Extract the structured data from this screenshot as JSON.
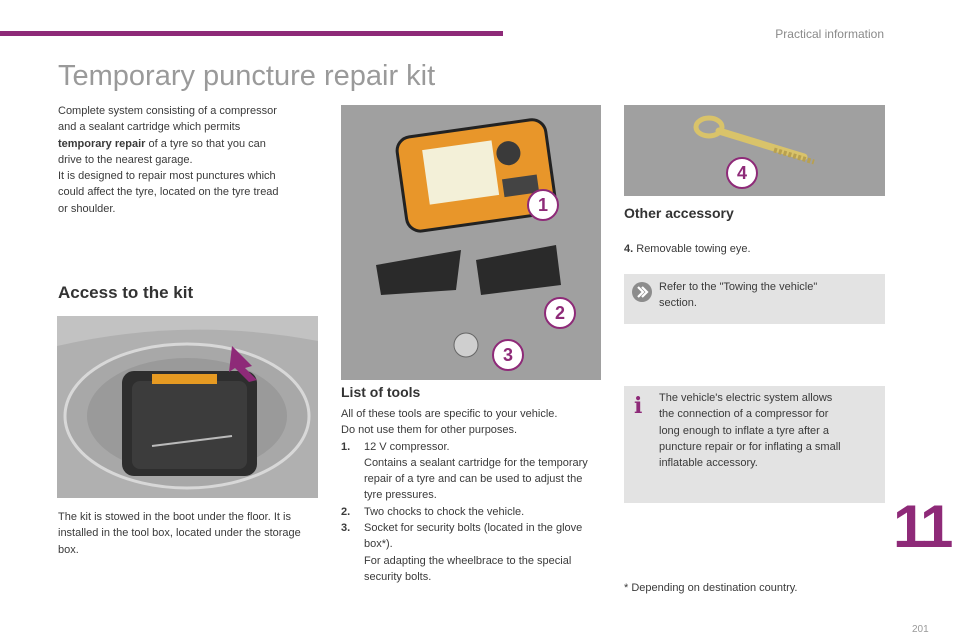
{
  "header": {
    "section": "Practical information",
    "accent_color": "#8e2a78"
  },
  "title": "Temporary puncture repair kit",
  "intro": {
    "l1": "Complete system consisting of a compressor",
    "l2": "and a sealant cartridge which permits",
    "bold": "temporary repair",
    "l3": " of a tyre so that you can",
    "l4": "drive to the nearest garage.",
    "l5": "It is designed to repair most punctures which",
    "l6": "could affect the tyre, located on the tyre tread",
    "l7": "or shoulder."
  },
  "access": {
    "heading": "Access to the kit",
    "text": "The kit is stowed in the boot under the floor. It is installed in the tool box, located under the storage box."
  },
  "tools": {
    "heading": "List of tools",
    "intro1": "All of these tools are specific to your vehicle.",
    "intro2": "Do not use them for other purposes.",
    "items": [
      {
        "num": "1.",
        "lines": [
          "12 V compressor.",
          "Contains a sealant cartridge for the temporary repair of a tyre and can be used to adjust the tyre pressures."
        ]
      },
      {
        "num": "2.",
        "lines": [
          "Two chocks to chock the vehicle."
        ]
      },
      {
        "num": "3.",
        "lines": [
          "Socket for security bolts (located in the glove box*).",
          "For adapting the wheelbrace to the special security bolts."
        ]
      }
    ],
    "badges": [
      "1",
      "2",
      "3"
    ]
  },
  "other": {
    "heading": "Other accessory",
    "num": "4.",
    "text": " Removable towing eye.",
    "badge": "4"
  },
  "notes": {
    "towing": "Refer to the \"Towing the vehicle\" section.",
    "info": "The vehicle's electric system allows the connection of a compressor for long enough to inflate a tyre after a puncture repair or for inflating a small inflatable accessory.",
    "footnote": "* Depending on destination country."
  },
  "chapter": "11",
  "page": "201"
}
